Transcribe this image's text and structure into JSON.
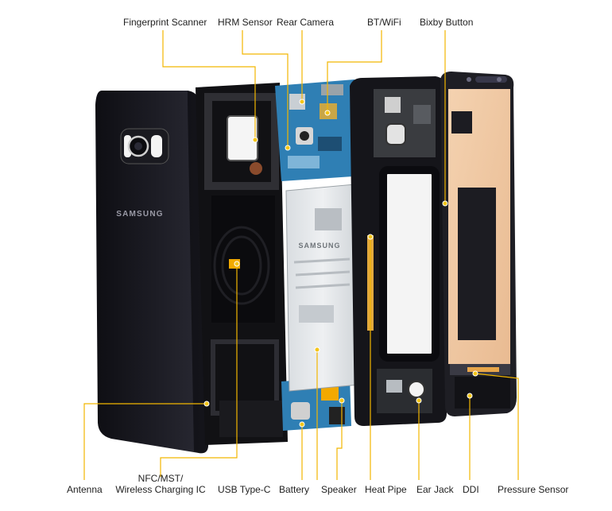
{
  "colors": {
    "leader": "#f2b600",
    "back_glass": "#16161c",
    "display_panel": "#f0c9a3",
    "board_blue": "#2f7fb4",
    "battery": "#e4e7ea"
  },
  "back_cover": {
    "brand": "SAMSUNG"
  },
  "battery": {
    "brand": "SAMSUNG"
  },
  "labels": {
    "top": [
      {
        "id": "fingerprint-scanner",
        "text": "Fingerprint Scanner"
      },
      {
        "id": "hrm-sensor",
        "text": "HRM Sensor"
      },
      {
        "id": "rear-camera",
        "text": "Rear Camera"
      },
      {
        "id": "bt-wifi",
        "text": "BT/WiFi"
      },
      {
        "id": "bixby-button",
        "text": "Bixby Button"
      }
    ],
    "bottom": [
      {
        "id": "antenna",
        "text": "Antenna"
      },
      {
        "id": "nfc-mst",
        "lines": [
          "NFC/MST/",
          "Wireless Charging IC"
        ]
      },
      {
        "id": "usb-type-c",
        "text": "USB Type-C"
      },
      {
        "id": "battery",
        "text": "Battery"
      },
      {
        "id": "speaker",
        "text": "Speaker"
      },
      {
        "id": "heat-pipe",
        "text": "Heat Pipe"
      },
      {
        "id": "ear-jack",
        "text": "Ear Jack"
      },
      {
        "id": "ddi",
        "text": "DDI"
      },
      {
        "id": "pressure-sensor",
        "text": "Pressure Sensor"
      }
    ]
  }
}
